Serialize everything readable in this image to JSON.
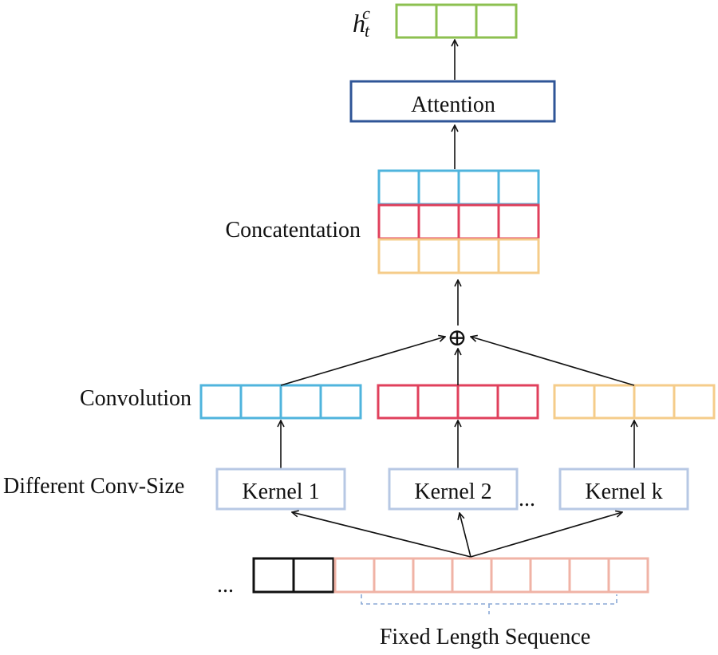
{
  "output": {
    "symbol": "h",
    "subscript": "t",
    "superscript": "c",
    "cells": 3,
    "color": "#8dc050"
  },
  "attention": {
    "label": "Attention",
    "border_color": "#2f5597"
  },
  "concatenation": {
    "label": "Concatentation",
    "cells_per_row": 4,
    "row_colors": [
      "#4fb4dd",
      "#e0405c",
      "#f5cc8a"
    ]
  },
  "sum_symbol": "⊕",
  "convolution": {
    "label": "Convolution",
    "cells": 4,
    "colors": [
      "#4fb4dd",
      "#e0405c",
      "#f5cc8a"
    ]
  },
  "conv_size": {
    "label": "Different Conv-Size",
    "kernels": [
      "Kernel 1",
      "Kernel 2",
      "Kernel k"
    ],
    "kernel_border_color": "#b7c8e4",
    "ellipsis": "..."
  },
  "input": {
    "ellipsis": "...",
    "dark_cells": 2,
    "dark_color": "#111111",
    "light_cells": 8,
    "light_color": "#f0b3a6",
    "brace_color": "#8aa9d6",
    "label": "Fixed Length Sequence"
  }
}
